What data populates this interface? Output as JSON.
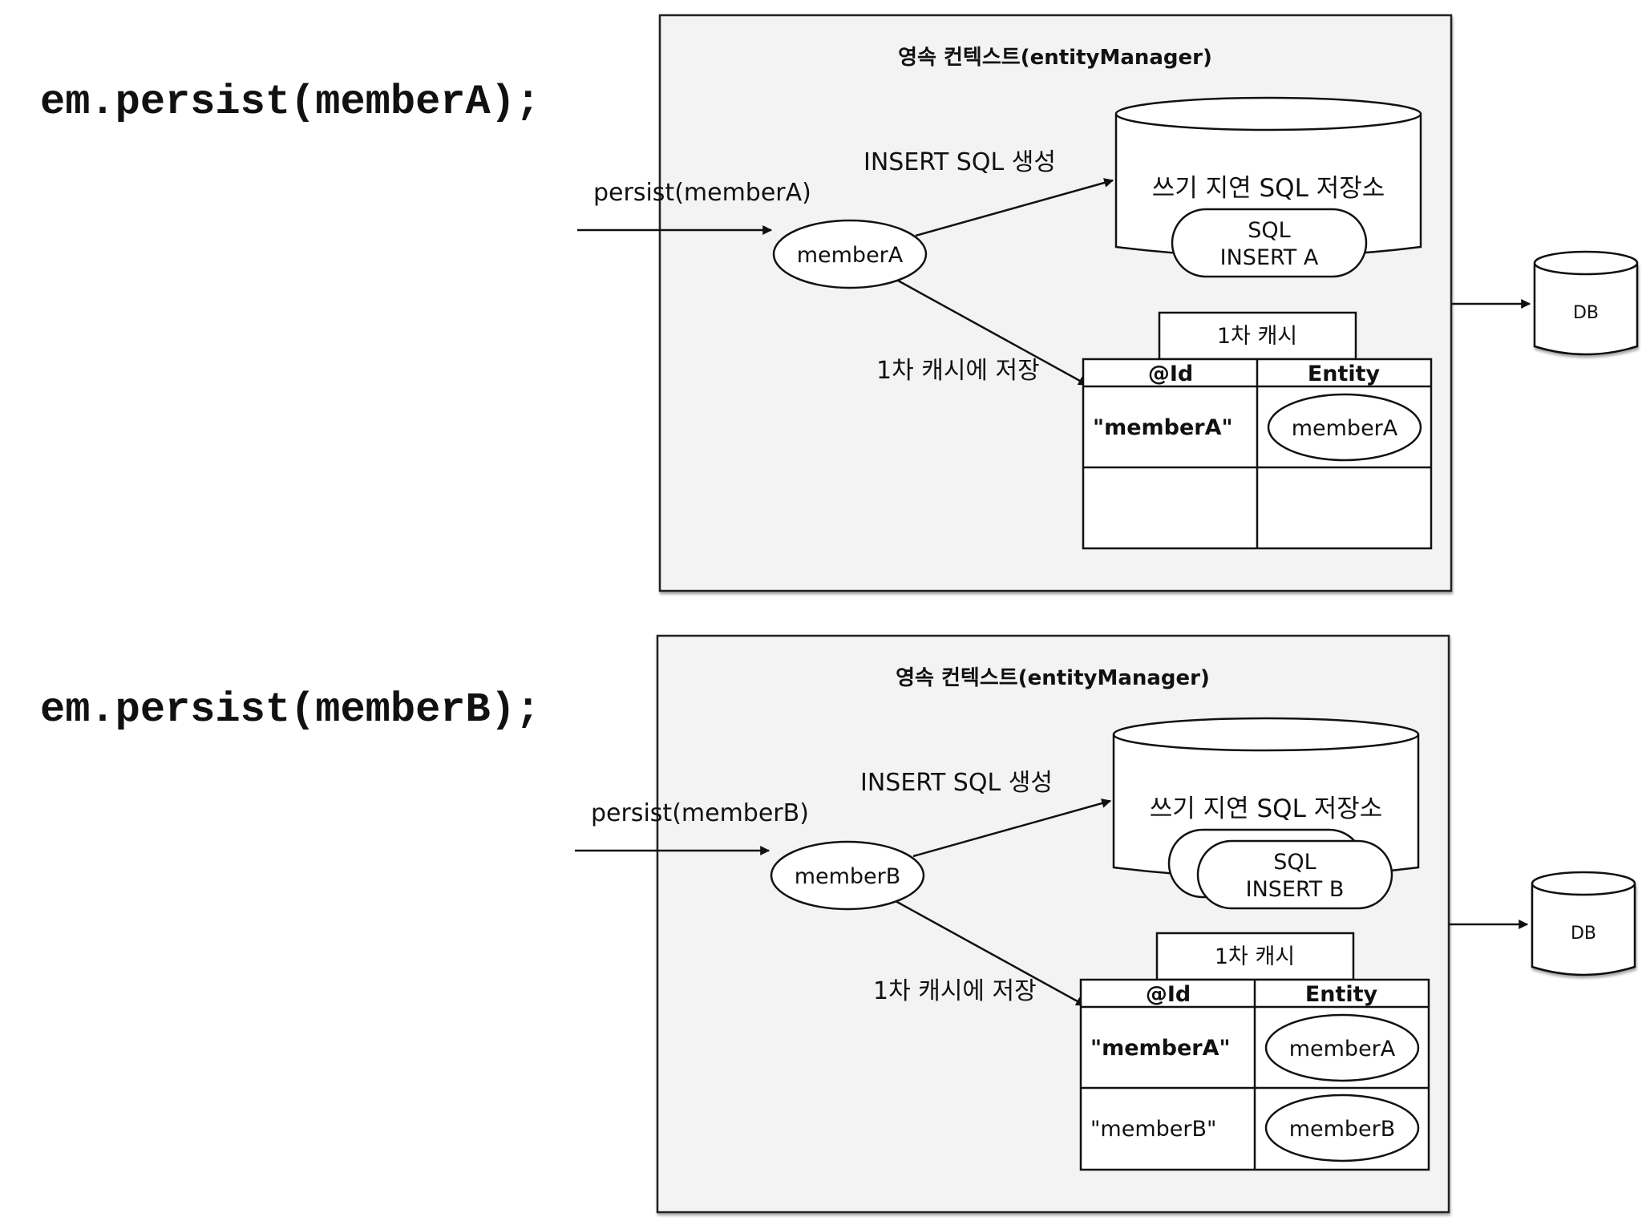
{
  "panels": [
    {
      "code": "em.persist(memberA);",
      "context_title": "영속 컨텍스트(entityManager)",
      "persist_call": "persist(memberA)",
      "entity": "memberA",
      "insert_label": "INSERT SQL 생성",
      "store_label": "쓰기 지연 SQL 저장소",
      "sql_line1": "SQL",
      "sql_line2": "INSERT A",
      "cache_title": "1차 캐시",
      "cache_save_label": "1차 캐시에 저장",
      "col_id": "@Id",
      "col_entity": "Entity",
      "rows": [
        {
          "id": "\"memberA\"",
          "entity": "memberA"
        },
        {
          "id": "",
          "entity": ""
        }
      ],
      "db": "DB"
    },
    {
      "code": "em.persist(memberB);",
      "context_title": "영속 컨텍스트(entityManager)",
      "persist_call": "persist(memberB)",
      "entity": "memberB",
      "insert_label": "INSERT SQL 생성",
      "store_label": "쓰기 지연 SQL 저장소",
      "sql_line1": "SQL",
      "sql_line2": "INSERT B",
      "cache_title": "1차 캐시",
      "cache_save_label": "1차 캐시에 저장",
      "col_id": "@Id",
      "col_entity": "Entity",
      "rows": [
        {
          "id": "\"memberA\"",
          "entity": "memberA"
        },
        {
          "id": "\"memberB\"",
          "entity": "memberB"
        }
      ],
      "db": "DB"
    }
  ]
}
